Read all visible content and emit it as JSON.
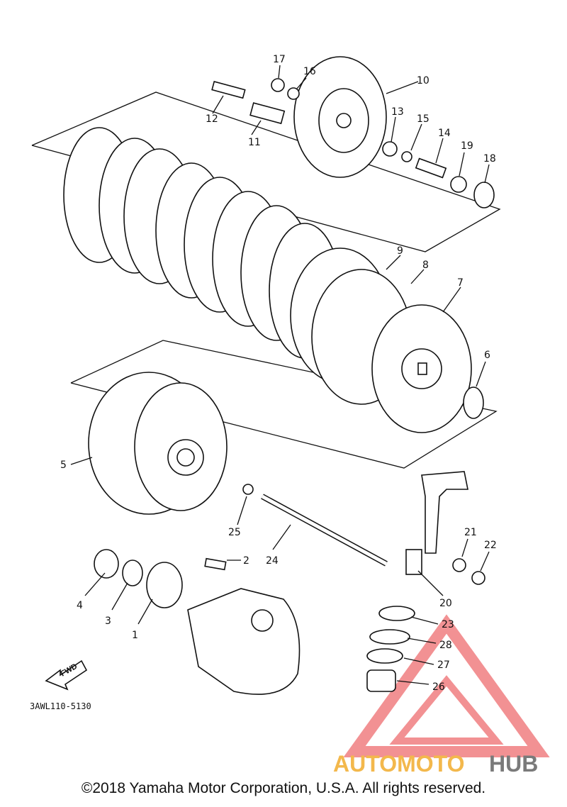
{
  "diagram": {
    "parts": [
      {
        "number": "1"
      },
      {
        "number": "2"
      },
      {
        "number": "3"
      },
      {
        "number": "4"
      },
      {
        "number": "5"
      },
      {
        "number": "6"
      },
      {
        "number": "7"
      },
      {
        "number": "8"
      },
      {
        "number": "9"
      },
      {
        "number": "10"
      },
      {
        "number": "11"
      },
      {
        "number": "12"
      },
      {
        "number": "13"
      },
      {
        "number": "14"
      },
      {
        "number": "15"
      },
      {
        "number": "16"
      },
      {
        "number": "17"
      },
      {
        "number": "18"
      },
      {
        "number": "19"
      },
      {
        "number": "20"
      },
      {
        "number": "21"
      },
      {
        "number": "22"
      },
      {
        "number": "23"
      },
      {
        "number": "24"
      },
      {
        "number": "25"
      },
      {
        "number": "26"
      },
      {
        "number": "27"
      },
      {
        "number": "28"
      }
    ],
    "drawing_code": "3AWL110-5130",
    "fwd_label": "FWD"
  },
  "watermark": {
    "brand_part1": "AUTOMOTO",
    "brand_part2": "HUB",
    "colors": {
      "triangle": "#e8393c",
      "accent": "#f3b84c",
      "gray": "#7a7a7a"
    }
  },
  "footer": {
    "copyright": "©2018 Yamaha Motor Corporation, U.S.A. All rights reserved."
  }
}
